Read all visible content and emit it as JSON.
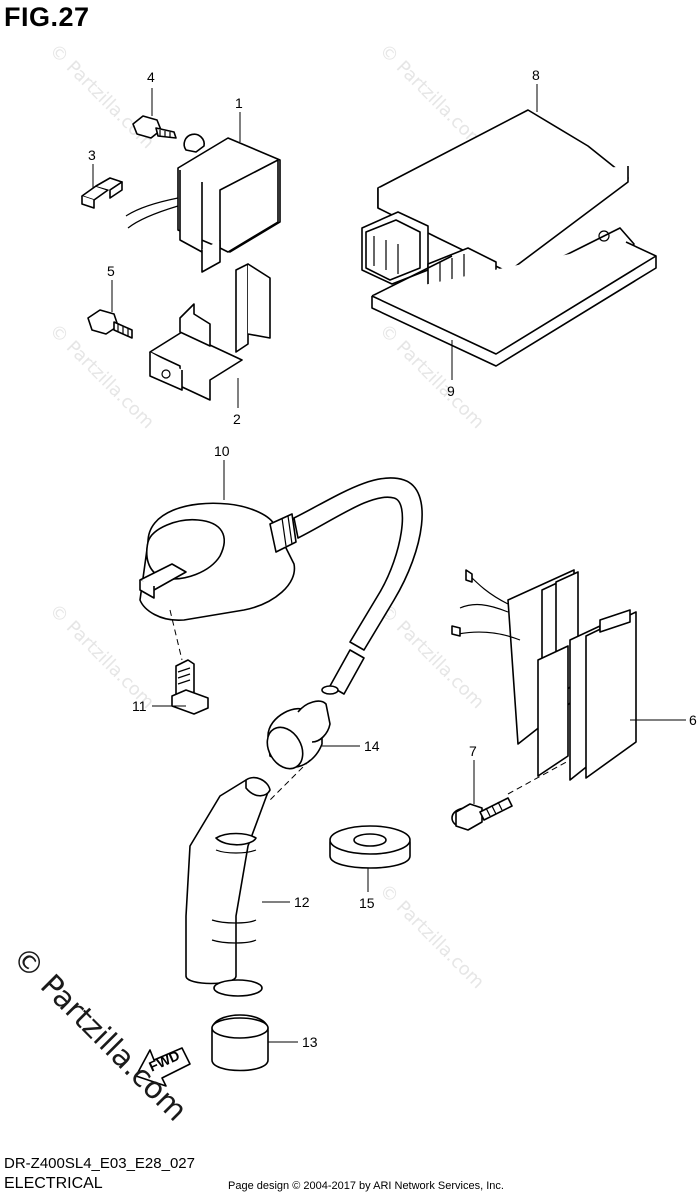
{
  "figure": {
    "title": "FIG.27",
    "model_code": "DR-Z400SL4_E03_E28_027",
    "section": "ELECTRICAL",
    "copyright": "Page design © 2004-2017 by ARI Network Services, Inc.",
    "watermark": "© Partzilla.com"
  },
  "callouts": [
    "1",
    "2",
    "3",
    "4",
    "5",
    "6",
    "7",
    "8",
    "9",
    "10",
    "11",
    "12",
    "13",
    "14",
    "15"
  ],
  "fwd_label": "FWD"
}
